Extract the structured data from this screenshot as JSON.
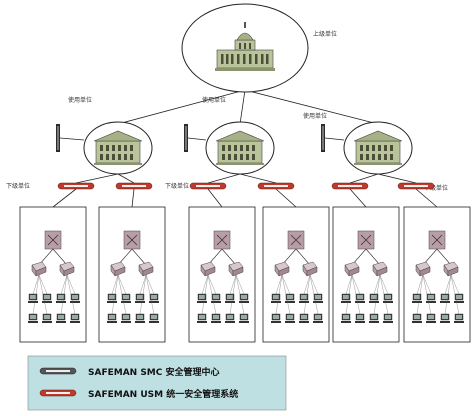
{
  "top_node": {
    "label": "上级单位"
  },
  "mid_nodes": [
    {
      "label": "使用单位"
    },
    {
      "label": "使用单位"
    },
    {
      "label": "使用单位"
    }
  ],
  "sub_labels": [
    "下级单位",
    "下级单位",
    "下级单位"
  ],
  "branches": 6,
  "legend": {
    "items": [
      {
        "text": "SAFEMAN SMC 安全管理中心",
        "device_color": "#555555"
      },
      {
        "text": "SAFEMAN USM 统一安全管理系统",
        "device_color": "#c0392b"
      }
    ],
    "background": "#bfe0e3"
  },
  "colors": {
    "building": "#b9c49a",
    "device_red": "#c0392b",
    "switch": "#b89da6",
    "line": "#222222"
  }
}
